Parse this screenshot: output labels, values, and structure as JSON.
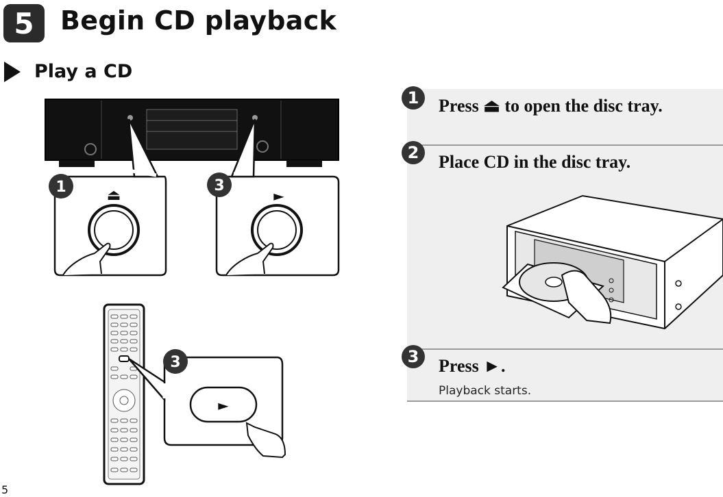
{
  "header": {
    "step_number": "5",
    "title": "Begin CD playback"
  },
  "section": {
    "title": "Play a CD"
  },
  "illustration": {
    "front_callouts": [
      "1",
      "3"
    ],
    "remote_callout": "3",
    "eject_symbol": "⏏",
    "play_symbol": "►"
  },
  "steps": [
    {
      "number": "1",
      "text_before": "Press ",
      "symbol": "⏏",
      "text_after": " to open the disc tray."
    },
    {
      "number": "2",
      "text": "Place CD in the disc tray."
    },
    {
      "number": "3",
      "text": "Press ►.",
      "subtext": "Playback starts."
    }
  ],
  "footer": {
    "page_number": "5"
  }
}
